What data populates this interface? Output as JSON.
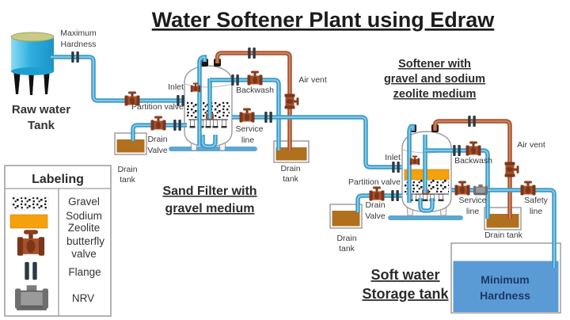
{
  "title": "Water Softener Plant using Edraw",
  "headings": {
    "sand_filter": [
      "Sand Filter with",
      "gravel medium"
    ],
    "softener": [
      "Softener with",
      "gravel and sodium",
      "zeolite medium"
    ],
    "storage": [
      "Soft water",
      "Storage tank"
    ]
  },
  "labels": {
    "maximum_hardness": [
      "Maximum",
      "Hardness"
    ],
    "raw_water_tank": [
      "Raw water",
      "Tank"
    ],
    "minimum_hardness": [
      "Minimum",
      "Hardness"
    ],
    "inlet": "Inlet",
    "partition_valve": "Partition valve",
    "backwash": "Backwash",
    "air_vent": "Air vent",
    "service_line": [
      "Service",
      "line"
    ],
    "safety_line": [
      "Safety",
      "line"
    ],
    "drain_valve": [
      "Drain",
      "Valve"
    ],
    "drain_tank": [
      "Drain",
      "tank"
    ],
    "drain_tank_inline": "Drain tank"
  },
  "legend": {
    "header": "Labeling",
    "items": [
      {
        "icon": "gravel-swatch",
        "lines": [
          "Gravel"
        ]
      },
      {
        "icon": "sodium-zeolite-swatch",
        "lines": [
          "Sodium",
          "Zeolite"
        ]
      },
      {
        "icon": "butterfly-valve-icon",
        "lines": [
          "butterfly",
          "valve"
        ]
      },
      {
        "icon": "flange-icon",
        "lines": [
          "Flange"
        ]
      },
      {
        "icon": "nrv-icon",
        "lines": [
          "NRV"
        ]
      }
    ]
  },
  "colors": {
    "soft_water_pipe": "#3b9cc9",
    "hard_water_pipe": "#a85231",
    "drain_water": "#b0701e",
    "zeolite": "#f4a10c",
    "storage_water": "#5b9bd5",
    "hardness_text": "#1f3864"
  }
}
